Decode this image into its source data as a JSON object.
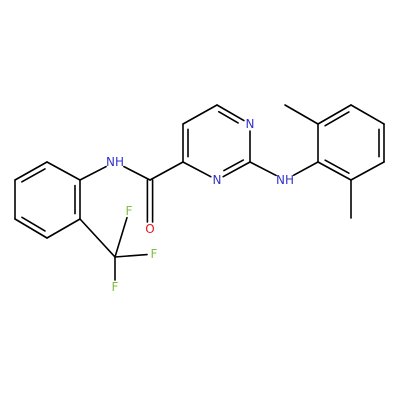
{
  "colors": {
    "carbon_bond": "#000000",
    "nitrogen": "#3333cc",
    "oxygen": "#e8141c",
    "fluorine": "#7fbf3f",
    "background": "#ffffff"
  },
  "atoms": [
    {
      "id": "n_amide",
      "text": "NH",
      "color_key": "nitrogen"
    },
    {
      "id": "o_amide",
      "text": "O",
      "color_key": "oxygen"
    },
    {
      "id": "n_pyr1",
      "text": "N",
      "color_key": "nitrogen"
    },
    {
      "id": "n_pyr3",
      "text": "N",
      "color_key": "nitrogen"
    },
    {
      "id": "n_amine",
      "text": "NH",
      "color_key": "nitrogen"
    },
    {
      "id": "f_1",
      "text": "F",
      "color_key": "fluorine"
    },
    {
      "id": "f_2",
      "text": "F",
      "color_key": "fluorine"
    },
    {
      "id": "f_3",
      "text": "F",
      "color_key": "fluorine"
    }
  ]
}
